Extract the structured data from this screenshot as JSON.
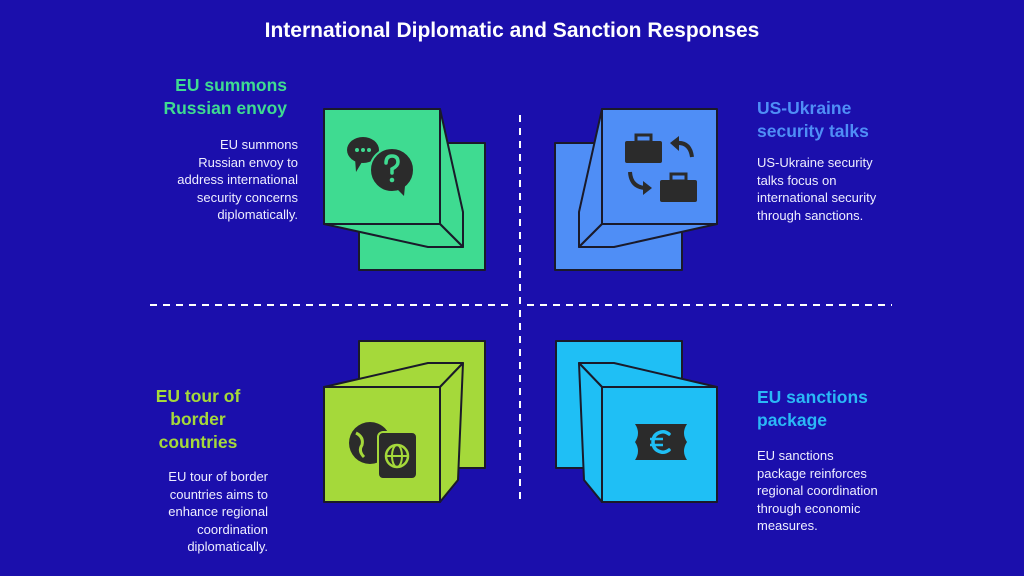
{
  "title": "International Diplomatic and Sanction Responses",
  "colors": {
    "background": "#1b0fac",
    "green": "#3fdb91",
    "blue": "#4f8ef6",
    "lime": "#a5d93a",
    "cyan": "#1fbff5",
    "icon": "#2b2b2b"
  },
  "quadrants": [
    {
      "title_lines": [
        "EU summons",
        "Russian envoy"
      ],
      "body_lines": [
        "EU summons",
        "Russian envoy to",
        "address international",
        "security concerns",
        "diplomatically."
      ],
      "icon": "chat-bubbles-question-icon"
    },
    {
      "title_lines": [
        "US-Ukraine",
        "security talks"
      ],
      "body_lines": [
        "US-Ukraine security",
        "talks focus on",
        "international security",
        "through sanctions."
      ],
      "icon": "briefcase-exchange-icon"
    },
    {
      "title_lines": [
        "EU tour of",
        "border",
        "countries"
      ],
      "body_lines": [
        "EU tour of border",
        "countries aims to",
        "enhance regional",
        "coordination",
        "diplomatically."
      ],
      "icon": "globe-passport-icon"
    },
    {
      "title_lines": [
        "EU sanctions",
        "package"
      ],
      "body_lines": [
        "EU sanctions",
        "package reinforces",
        "regional coordination",
        "through economic",
        "measures."
      ],
      "icon": "euro-ticket-icon"
    }
  ]
}
